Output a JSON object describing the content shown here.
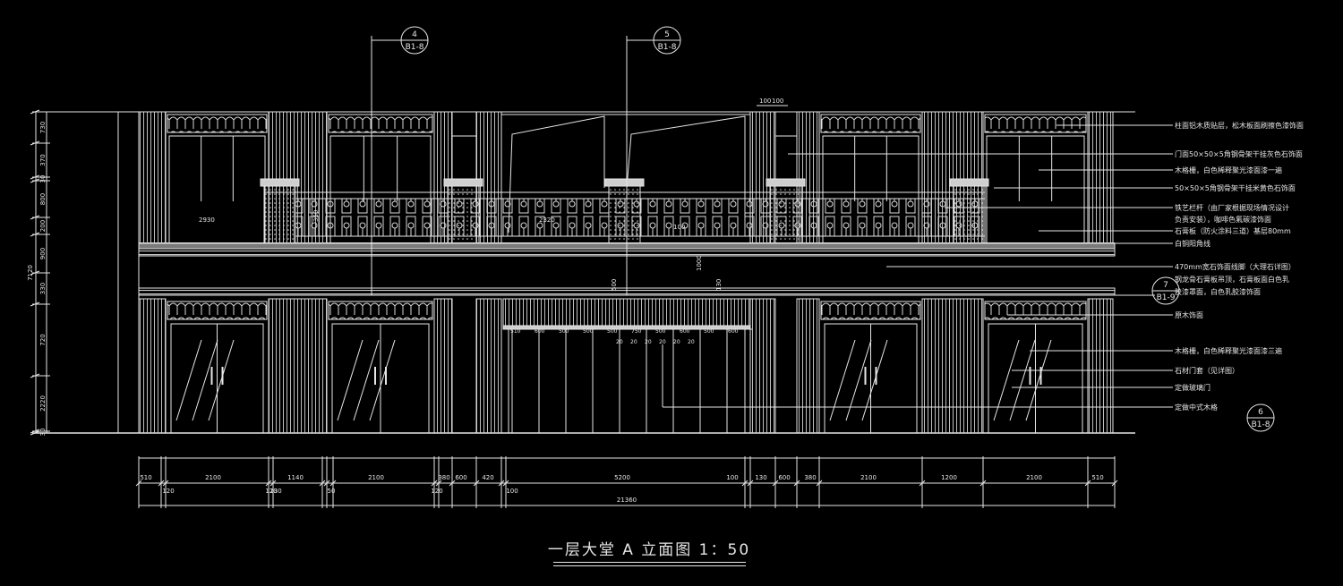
{
  "drawing": {
    "title": "一层大堂 A 立面图  1：50",
    "colors": {
      "background": "#000000",
      "line": "#e6e6e6",
      "fill": "#bfbfbf"
    },
    "callouts": [
      {
        "num": "4",
        "ref": "B1-8"
      },
      {
        "num": "5",
        "ref": "B1-8"
      },
      {
        "num": "7",
        "ref": "B1-9"
      },
      {
        "num": "6",
        "ref": "B1-8"
      }
    ],
    "left_dims": [
      "730",
      "370",
      "30",
      "800",
      "200",
      "900",
      "330",
      "720",
      "2220",
      "30"
    ],
    "left_total": "7120",
    "inner_dims": [
      "2930",
      "350",
      "2320",
      "100",
      "1000",
      "500",
      "130"
    ],
    "top_dims": [
      "100",
      "100"
    ],
    "notes": [
      "柱面铝木质贴层，松木板面刷擦色漆饰面",
      "门面50×50×5角钢骨架干挂灰色石饰面",
      "木格栅，白色稀释聚光漆面漆一遍",
      "50×50×5角钢骨架干挂米黄色石饰面",
      "铁艺栏杆（由厂家根据现场情况设计",
      "负责安装），咖啡色氟碳漆饰面",
      "石膏板（防火涂料三道）基层80mm",
      "白铜阳角线",
      "470mm宽石饰面线脚（大理石详图）",
      "钢龙骨石膏板吊顶，石膏板面白色乳",
      "胶漆罩面，白色乳胶漆饰面",
      "原木饰面",
      "木格栅，白色稀释聚光漆面漆三遍",
      "石材门套（见详图）",
      "定做玻璃门",
      "定做中式木格"
    ],
    "bottom_dims": [
      "510",
      "120",
      "2100",
      "120",
      "1140",
      "130",
      "50",
      "2100",
      "120",
      "380",
      "600",
      "420",
      "100",
      "5200",
      "100",
      "130",
      "600",
      "380",
      "2100",
      "1200",
      "2100",
      "510"
    ],
    "bottom_total": "21360",
    "ceiling_dims": [
      "510",
      "600",
      "500",
      "500",
      "500",
      "750",
      "500",
      "600",
      "500",
      "600"
    ],
    "ceiling_small": [
      "20",
      "20",
      "20",
      "20",
      "20",
      "20"
    ]
  }
}
